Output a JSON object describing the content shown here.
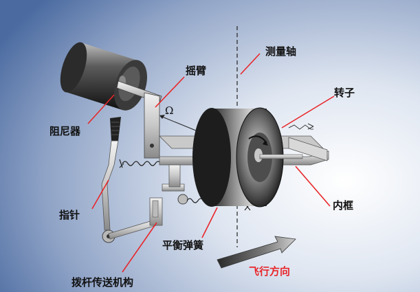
{
  "diagram": {
    "labels": {
      "measurement_axis": "测量轴",
      "rocker_arm": "摇臂",
      "damper": "阻尼器",
      "rotor": "转子",
      "omega_symbol": "Ω",
      "pointer": "指针",
      "inner_frame": "内框",
      "balance_spring": "平衡弹簧",
      "flight_direction": "飞行方向",
      "linkage": "拨杆传送机构"
    },
    "colors": {
      "background_top": "#4a6aa0",
      "background_bottom": "#ffffff",
      "leader_lines": "#e8262a",
      "flight_direction_text": "#e8262a"
    }
  }
}
